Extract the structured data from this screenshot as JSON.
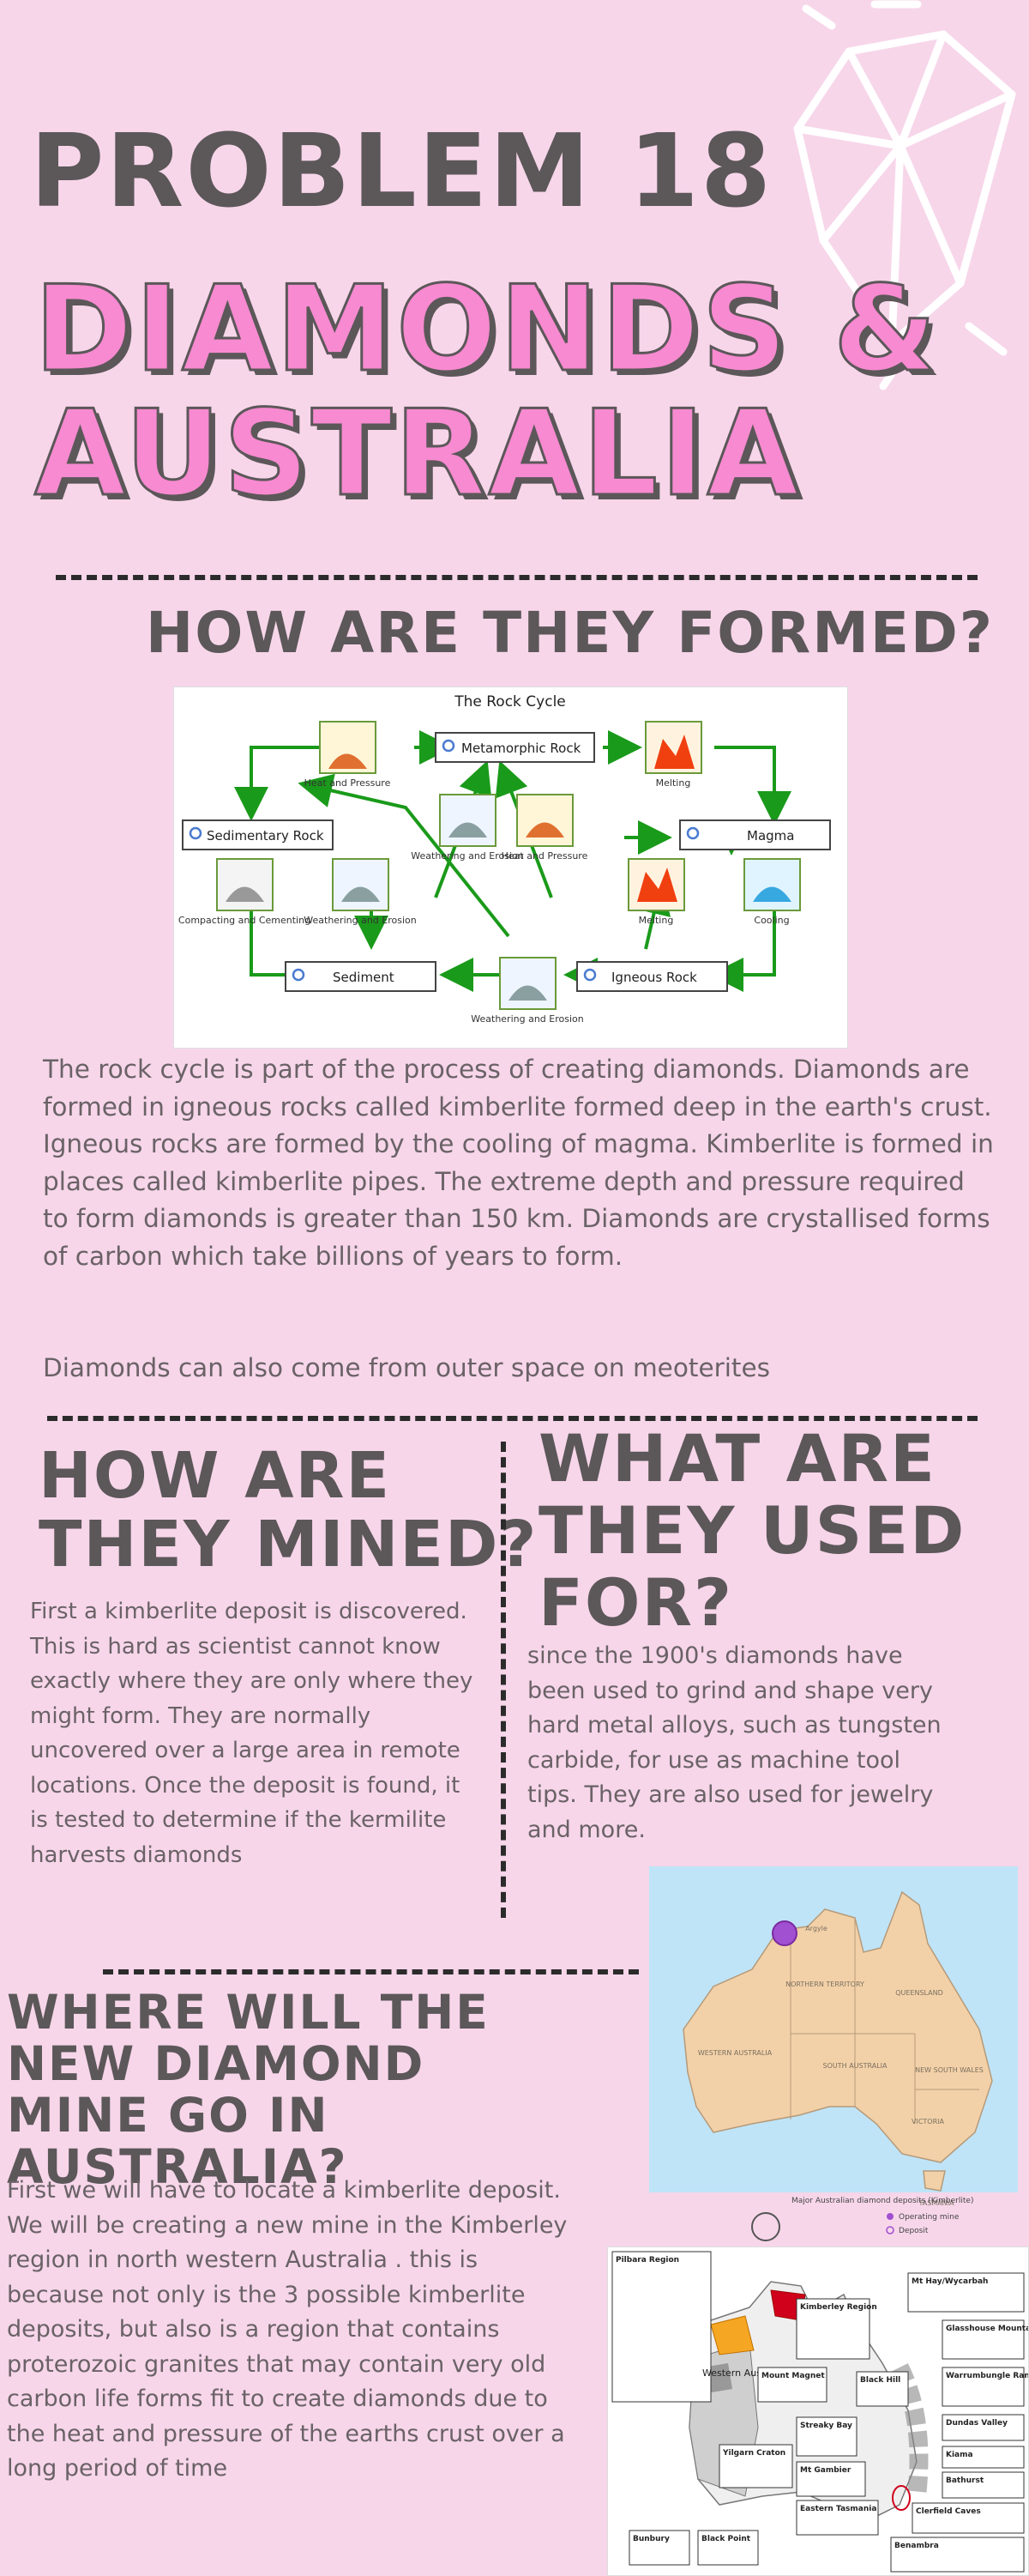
{
  "header": {
    "problem": "PROBLEM 18",
    "title_line1": "DIAMONDS &",
    "title_line2": "AUSTRALIA"
  },
  "formed": {
    "heading": "HOW ARE THEY FORMED?",
    "paragraph": "The rock cycle is part of the process of creating diamonds.  Diamonds are formed in igneous rocks called kimberlite formed deep in the earth's crust. Igneous rocks are formed by the cooling of magma. Kimberlite is formed in places called kimberlite pipes.  The extreme depth and pressure required to form diamonds is greater than 150 km. Diamonds are crystallised forms of carbon which take billions of years to form.",
    "extra": "Diamonds can also come from outer space on meoterites"
  },
  "rock_cycle": {
    "title": "The Rock Cycle",
    "metamorphic": "Metamorphic Rock",
    "sedimentary": "Sedimentary Rock",
    "magma": "Magma",
    "sediment": "Sediment",
    "igneous": "Igneous Rock",
    "heat_pressure": "Heat and Pressure",
    "melting": "Melting",
    "weathering": "Weathering and Erosion",
    "compacting": "Compacting and Cementing",
    "cooling": "Cooling"
  },
  "mined": {
    "heading_line1": "HOW ARE",
    "heading_line2": "THEY MINED?",
    "paragraph": "First a kimberlite deposit is discovered. This is hard as scientist cannot know exactly where they are only where they might form. They are normally uncovered over a large area in remote locations. Once the deposit is found, it is tested to determine if the kermilite harvests diamonds"
  },
  "used": {
    "heading_line1": "WHAT ARE",
    "heading_line2": "THEY USED",
    "heading_line3": "FOR?",
    "paragraph": "since the 1900's diamonds have been used to  grind and shape very hard metal alloys, such as tungsten carbide, for use as machine tool tips. They are also used for jewelry and more."
  },
  "map": {
    "label_nt": "NORTHERN TERRITORY",
    "label_wa": "WESTERN AUSTRALIA",
    "label_sa": "SOUTH AUSTRALIA",
    "label_qld": "QUEENSLAND",
    "label_nsw": "NEW SOUTH WALES",
    "label_vic": "VICTORIA",
    "label_tas": "TASMANIA",
    "label_argyle": "Argyle",
    "legend_title": "Major Australian diamond deposits (Kimberlite)",
    "legend_mine": "Operating mine",
    "legend_deposit": "Deposit"
  },
  "newmine": {
    "heading": "WHERE WILL THE NEW DIAMOND MINE GO IN AUSTRALIA?",
    "paragraph": "First we will have to locate a kimberlite deposit. We will be creating a new mine in the Kimberley region in north western Australia . this is because not only is the 3 possible kimberlite deposits, but also is a region that contains proterozoic granites that may contain very old carbon life forms fit to create diamonds due to the heat and pressure of the earths crust over a long period of time"
  },
  "geomap": {
    "pilbara": "Pilbara Region",
    "kimberley": "Kimberley Region",
    "western_australia": "Western Australia",
    "mt_hay": "Mt Hay/Wycarbah",
    "glasshouse": "Glasshouse Mountains",
    "warrumbungle": "Warrumbungle Ranges",
    "dundas": "Dundas Valley",
    "kiama": "Kiama",
    "bathurst": "Bathurst",
    "clerfield": "Clerfield Caves",
    "benambra": "Benambra",
    "mount_magnet": "Mount Magnet",
    "black_hill": "Black Hill",
    "yilgarn": "Yilgarn Craton",
    "streaky_bay": "Streaky Bay",
    "mt_gambier": "Mt Gambier",
    "eastern_tasmania": "Eastern Tasmania",
    "bunbury": "Bunbury",
    "black_point": "Black Point"
  },
  "colors": {
    "background": "#f7d6ea",
    "title_pink": "#f78ad0",
    "heading_gray": "#5c5759"
  }
}
